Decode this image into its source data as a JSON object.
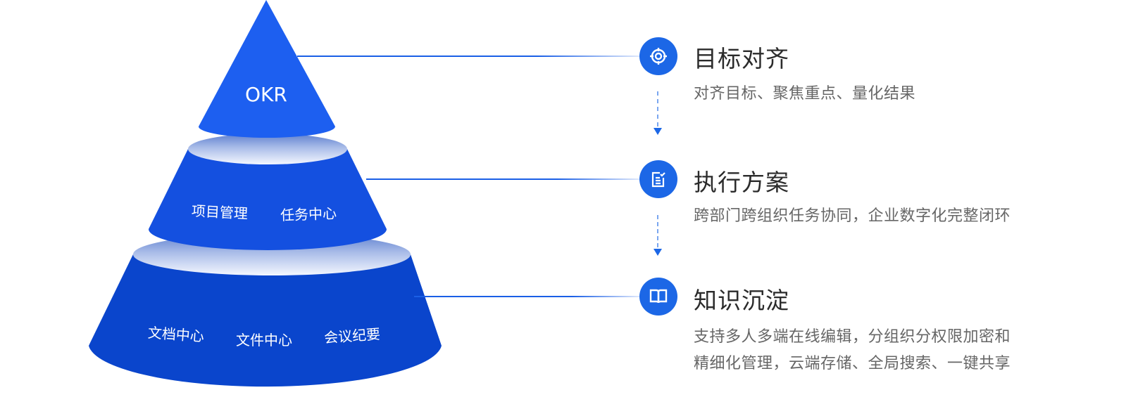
{
  "pyramid": {
    "top": "OKR",
    "middle": [
      "项目管理",
      "任务中心"
    ],
    "bottom": [
      "文档中心",
      "文件中心",
      "会议纪要"
    ]
  },
  "steps": [
    {
      "icon": "target-icon",
      "title": "目标对齐",
      "desc": [
        "对齐目标、聚焦重点、量化结果"
      ]
    },
    {
      "icon": "checklist-icon",
      "title": "执行方案",
      "desc": [
        "跨部门跨组织任务协同，企业数字化完整闭环"
      ]
    },
    {
      "icon": "book-icon",
      "title": "知识沉淀",
      "desc": [
        "支持多人多端在线编辑，分组织分权限加密和",
        "精细化管理，云端存储、全局搜索、一键共享"
      ]
    }
  ],
  "colors": {
    "accent": "#1c67e6",
    "top": "#1d5ff0",
    "middle": "#1450e0",
    "bottom": "#0a45cc"
  }
}
